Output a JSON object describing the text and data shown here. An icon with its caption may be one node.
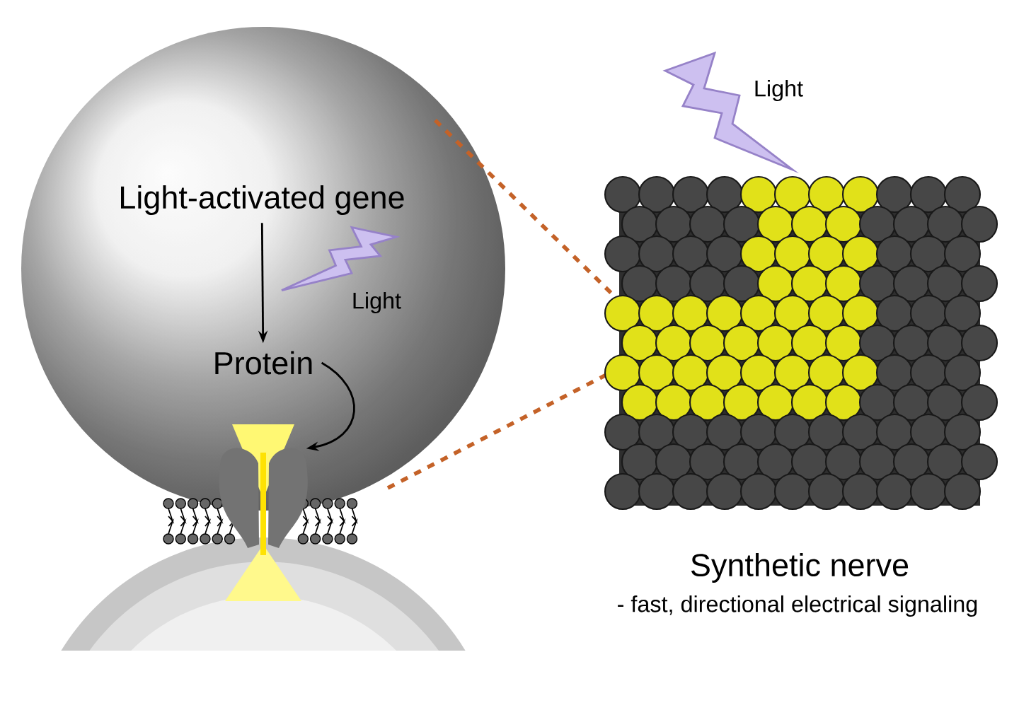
{
  "diagram": {
    "nodes": [
      {
        "text": [
          "Light-activated gene"
        ]
      },
      {
        "text": [
          "Protein"
        ]
      },
      {
        "text": [],
        "shape": "picture"
      }
    ],
    "edges": [
      {
        "from": 0,
        "to": 1,
        "arrow": "to"
      },
      {
        "from": 1,
        "to": 2,
        "arrow": "to"
      }
    ],
    "labels": [
      "Light",
      "Light",
      "Synthetic nerve",
      "- fast, directional electrical signaling"
    ]
  }
}
